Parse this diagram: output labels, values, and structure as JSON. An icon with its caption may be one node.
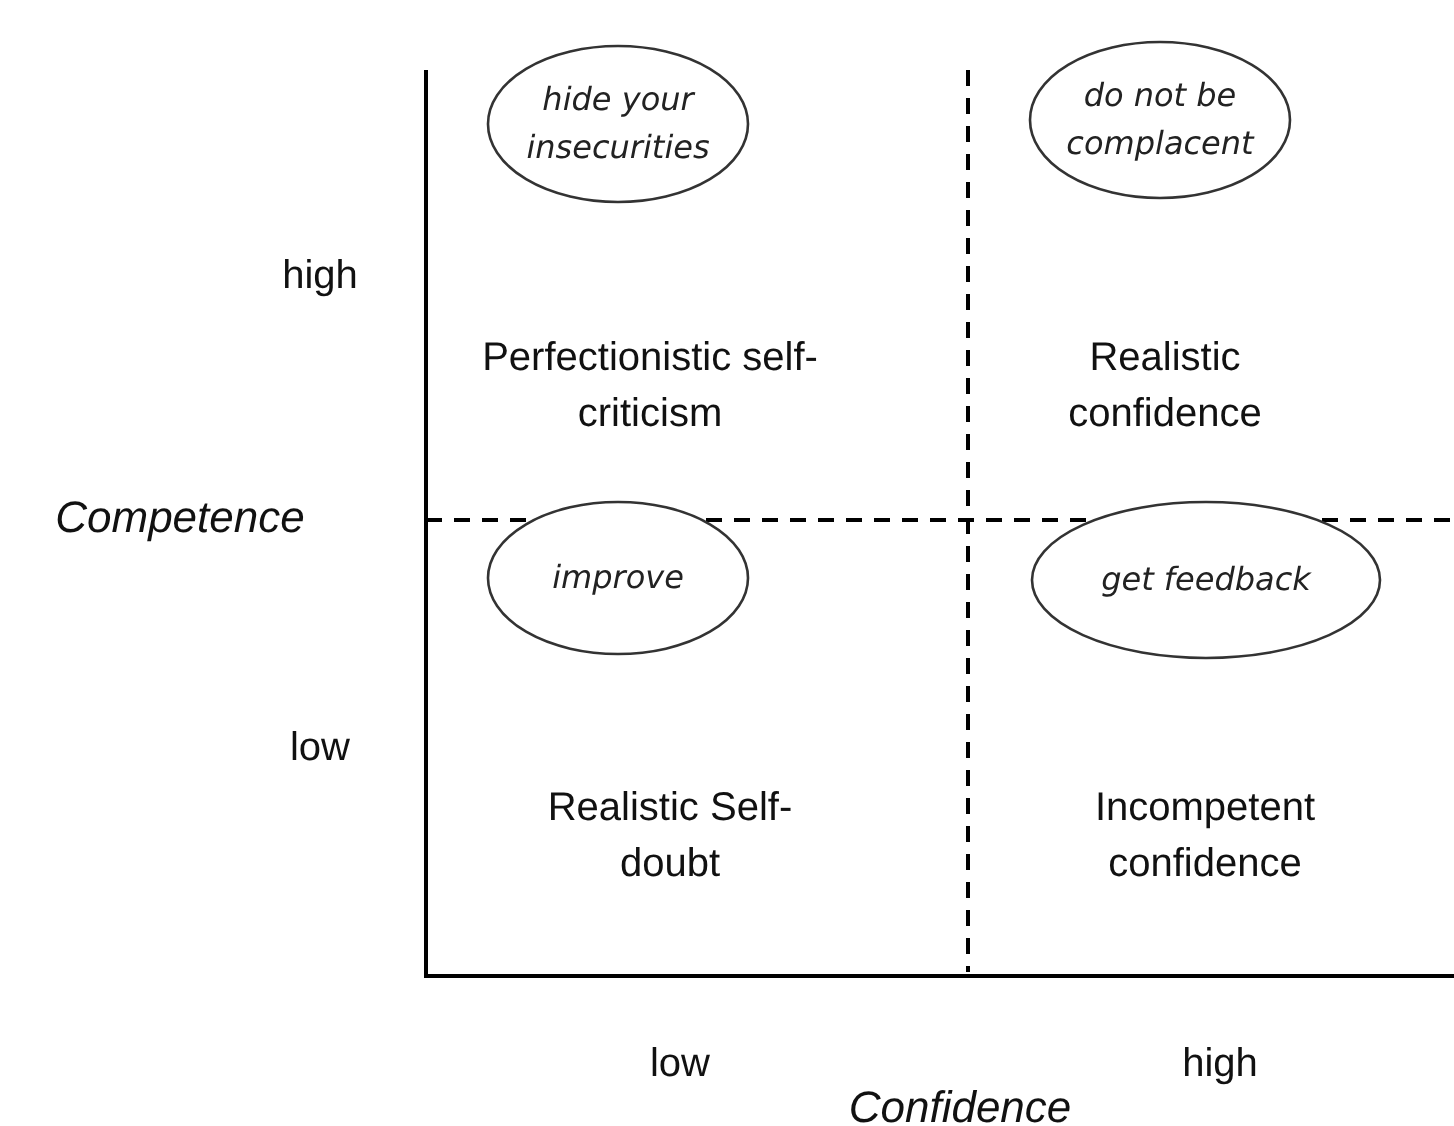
{
  "diagram": {
    "nodes": [
      {
        "text": [
          "hide your insecurities"
        ]
      },
      {
        "text": [
          "do not be complacent"
        ]
      },
      {
        "text": [
          "improve"
        ]
      },
      {
        "text": [
          "get feedback"
        ]
      }
    ],
    "labels": [
      "high",
      "Perfectionistic self-criticism",
      "Realistic confidence",
      "Competence",
      "low",
      "Realistic Self-doubt",
      "Incompetent confidence",
      "low",
      "high",
      "Confidence"
    ]
  }
}
